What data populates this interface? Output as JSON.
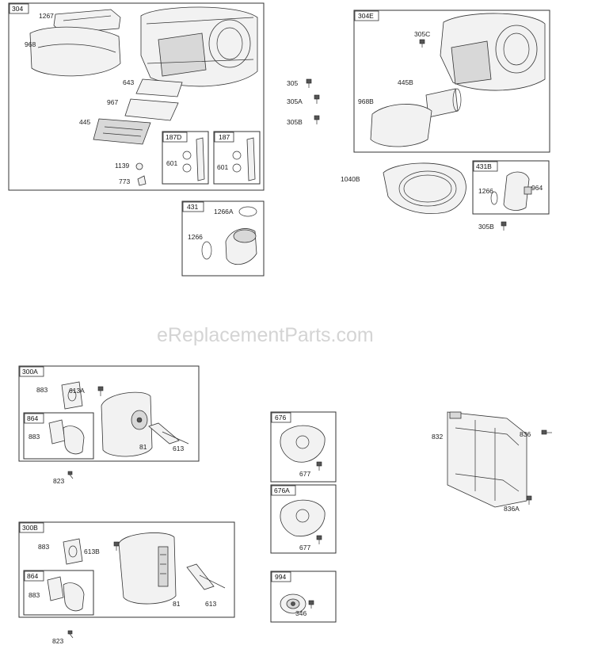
{
  "watermark": "eReplacementParts.com",
  "groups": {
    "g304": {
      "tag": "304",
      "labels": [
        "1267",
        "968",
        "643",
        "967",
        "445",
        "1139",
        "773"
      ]
    },
    "g187d": {
      "tag": "187D",
      "labels": [
        "601"
      ]
    },
    "g187": {
      "tag": "187",
      "labels": [
        "601"
      ]
    },
    "g431": {
      "tag": "431",
      "labels": [
        "1266A",
        "1266"
      ]
    },
    "loose": {
      "labels": [
        "305",
        "305A",
        "305B"
      ]
    },
    "g304e": {
      "tag": "304E",
      "labels": [
        "305C",
        "445B",
        "968B"
      ]
    },
    "blower": {
      "labels": [
        "1040B"
      ]
    },
    "g431b": {
      "tag": "431B",
      "labels": [
        "1266",
        "964"
      ]
    },
    "loose2": {
      "labels": [
        "305B"
      ]
    },
    "g300a": {
      "tag": "300A",
      "labels": [
        "883",
        "613A",
        "81",
        "613"
      ]
    },
    "g864a": {
      "tag": "864",
      "labels": [
        "883"
      ]
    },
    "loose3": {
      "labels": [
        "823"
      ]
    },
    "g676": {
      "tag": "676",
      "labels": [
        "677"
      ]
    },
    "g676a": {
      "tag": "676A",
      "labels": [
        "677"
      ]
    },
    "frame": {
      "labels": [
        "832",
        "836",
        "836A"
      ]
    },
    "g300b": {
      "tag": "300B",
      "labels": [
        "883",
        "613B",
        "81",
        "613"
      ]
    },
    "g864b": {
      "tag": "864",
      "labels": [
        "883"
      ]
    },
    "loose4": {
      "labels": [
        "823"
      ]
    },
    "g994": {
      "tag": "994",
      "labels": [
        "346"
      ]
    }
  },
  "icons": [
    "air-cleaner-cover-icon",
    "blower-housing-icon",
    "muffler-icon",
    "spark-arrestor-screen-icon",
    "screw-icon",
    "clamp-icon",
    "gasket-icon",
    "elbow-icon",
    "mounting-frame-icon"
  ]
}
